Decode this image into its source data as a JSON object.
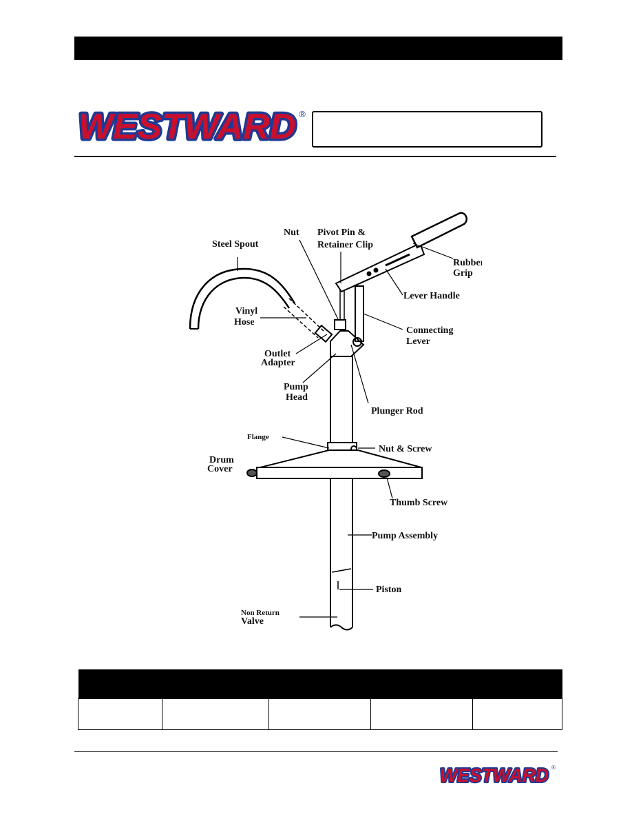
{
  "header": {
    "brand": "WESTWARD",
    "registered_mark": "®"
  },
  "diagram": {
    "labels": {
      "steel_spout": "Steel Spout",
      "nut": "Nut",
      "pivot_pin_1": "Pivot Pin &",
      "pivot_pin_2": "Retainer Clip",
      "rubber_grip_1": "Rubber",
      "rubber_grip_2": "Grip",
      "lever_handle": "Lever Handle",
      "vinyl_hose_1": "Vinyl",
      "vinyl_hose_2": "Hose",
      "connecting_lever_1": "Connecting",
      "connecting_lever_2": "Lever",
      "outlet_adapter_1": "Outlet",
      "outlet_adapter_2": "Adapter",
      "pump_head_1": "Pump",
      "pump_head_2": "Head",
      "plunger_rod": "Plunger Rod",
      "flange": "Flange",
      "nut_screw": "Nut & Screw",
      "drum_cover_1": "Drum",
      "drum_cover_2": "Cover",
      "thumb_screw": "Thumb Screw",
      "pump_assembly": "Pump Assembly",
      "piston": "Piston",
      "non_return_1": "Non Return",
      "non_return_2": "Valve"
    }
  },
  "table": {
    "headers": [
      "",
      "",
      "",
      "",
      ""
    ],
    "rows": [
      [
        "",
        "",
        "",
        "",
        ""
      ]
    ]
  },
  "footer": {
    "brand": "WESTWARD",
    "registered_mark": "®"
  },
  "colors": {
    "brand_red": "#c8102e",
    "brand_blue": "#1f3a93",
    "ink": "#000000"
  }
}
